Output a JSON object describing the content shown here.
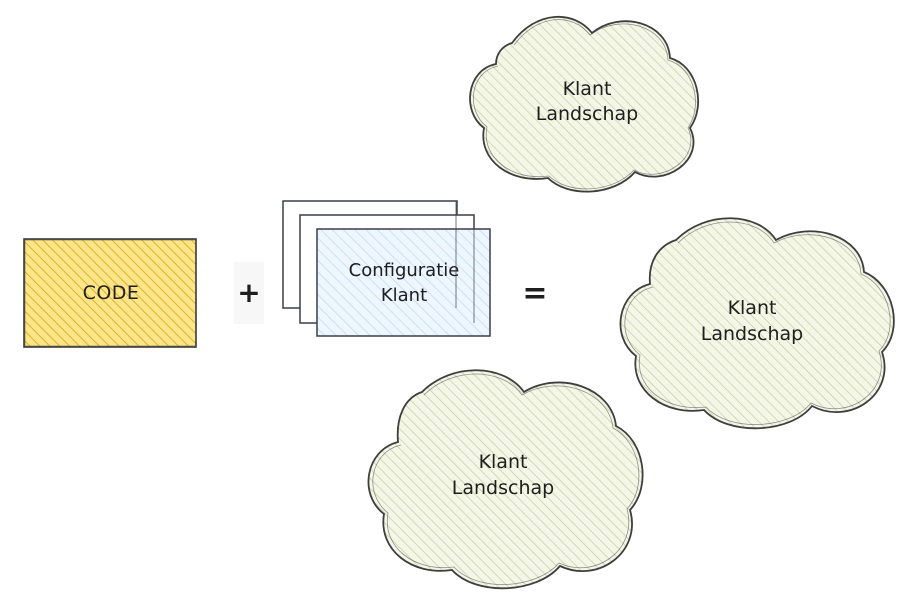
{
  "code_box": {
    "label": "CODE",
    "fill": "#fcd34d",
    "hatch": "#e8b923"
  },
  "plus_sign": "+",
  "config_box": {
    "line1": "Configuratie",
    "line2": "Klant",
    "fill": "#dbeafe",
    "hatch": "#a5d8ff"
  },
  "equals_sign": "=",
  "clouds": [
    {
      "line1": "Klant",
      "line2": "Landschap"
    },
    {
      "line1": "Klant",
      "line2": "Landschap"
    },
    {
      "line1": "Klant",
      "line2": "Landschap"
    }
  ],
  "colors": {
    "stroke": "#2e2e2e",
    "cloud_fill": "#f3f5e4",
    "cloud_hatch": "#b8c88a"
  }
}
